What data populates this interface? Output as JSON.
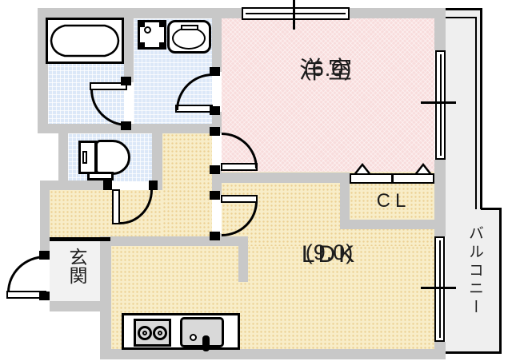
{
  "plan": {
    "rooms": {
      "western": {
        "label": "洋室",
        "area": "(6.0)"
      },
      "ldk": {
        "label": "LDK",
        "area": "(9.0)"
      },
      "closet": {
        "label": "CL"
      },
      "entrance": {
        "label": "玄関"
      },
      "balcony": {
        "label": "バルコニー"
      }
    },
    "colors": {
      "wall": "#c8c8c8",
      "wet_area_floor": "#dce8f8",
      "western_room_floor": "#f8dcdc",
      "ldk_floor": "#f8edc8",
      "entrance_floor": "#f2f2f2",
      "balcony_floor": "#efefef",
      "outline": "#000000"
    },
    "fixtures": [
      "bathtub",
      "washing-machine-pan",
      "washbasin",
      "toilet",
      "double-burner-stove",
      "kitchen-sink",
      "sliding-window",
      "hinged-door",
      "folding-closet-door"
    ]
  }
}
